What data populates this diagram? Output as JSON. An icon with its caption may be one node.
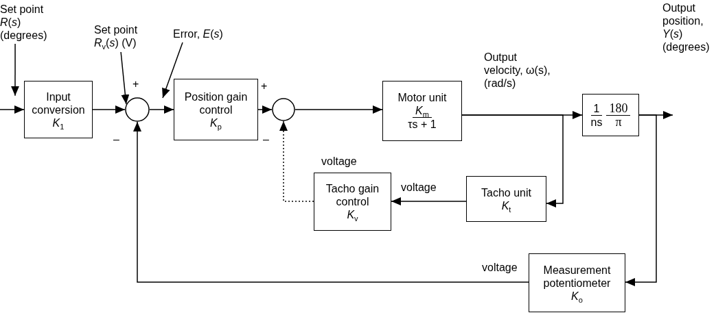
{
  "diagram": {
    "nodes": [
      {
        "text": [
          "Set point *R*(*s*) (degrees)"
        ]
      },
      {
        "text": [
          "Input conversion",
          "*K*$_{1}$"
        ]
      },
      {
        "text": [
          "Set point *R*$_{v}$(*s*) (V)"
        ]
      },
      {
        "text": [],
        "shape": "circle"
      },
      {
        "text": [
          "Error, *E*(*s*)"
        ]
      },
      {
        "text": [
          "Position gain control",
          "*K*$_{p}$"
        ]
      },
      {
        "text": [],
        "shape": "circle"
      },
      {
        "text": [
          "Motor unit",
          "*K*$_{m}$",
          "τs + 1"
        ]
      },
      {
        "text": [
          "1",
          "ns",
          "180",
          "π"
        ]
      },
      {
        "text": [
          "Tacho gain control",
          "*K*$_{v}$"
        ]
      },
      {
        "text": [
          "Tacho unit",
          "*K*$_{t}$"
        ]
      },
      {
        "text": [
          "Measurement potentiometer",
          "*K*$_{o}$"
        ]
      }
    ],
    "edges": [
      {
        "from": null,
        "to": 1,
        "arrow": "to"
      },
      {
        "from": 0,
        "to": 1,
        "arrow": "to"
      },
      {
        "from": 1,
        "to": 3,
        "arrow": "to"
      },
      {
        "from": 2,
        "to": 3,
        "arrow": "to"
      },
      {
        "from": 3,
        "to": 5,
        "arrow": "to"
      },
      {
        "from": 4,
        "to": 5,
        "arrow": "to"
      },
      {
        "from": 5,
        "to": 6,
        "arrow": "to"
      },
      {
        "from": 6,
        "to": 7,
        "arrow": "to"
      },
      {
        "from": 7,
        "to": 8,
        "arrow": "to"
      },
      {
        "from": 7,
        "to": 10,
        "arrow": "to"
      },
      {
        "from": 10,
        "to": 9,
        "arrow": "to",
        "label": "voltage"
      },
      {
        "from": 9,
        "to": 6,
        "arrow": "to",
        "style": "dashed"
      },
      {
        "from": 8,
        "to": null,
        "arrow": "to"
      },
      {
        "from": 8,
        "to": 11,
        "arrow": "to"
      },
      {
        "from": 11,
        "to": 3,
        "arrow": "to",
        "label": "voltage"
      }
    ],
    "labels": [
      "+",
      "–",
      "+",
      "–",
      "voltage",
      "Output velocity, ω(s), (rad/s)",
      "Output position, *Y*(*s*) (degrees)"
    ]
  }
}
